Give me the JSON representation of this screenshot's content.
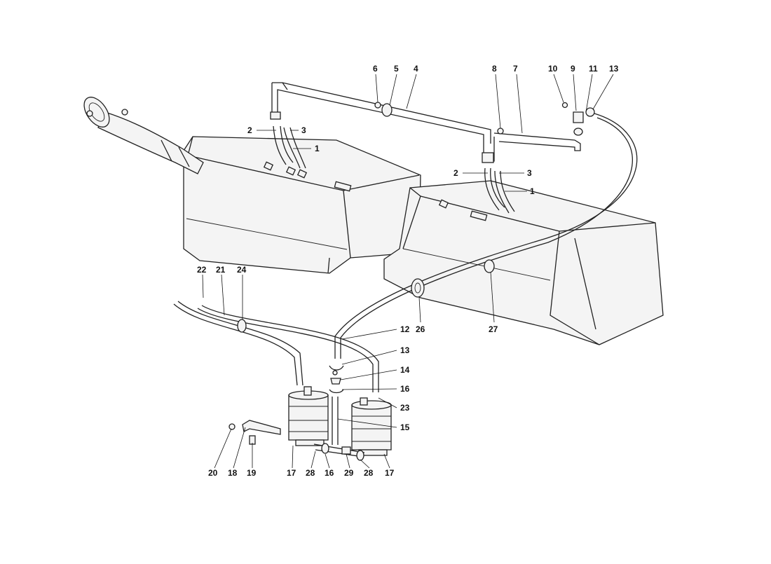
{
  "callouts": [
    {
      "id": "c1a",
      "text": "1"
    },
    {
      "id": "c2a",
      "text": "2"
    },
    {
      "id": "c3a",
      "text": "3"
    },
    {
      "id": "c4",
      "text": "4"
    },
    {
      "id": "c5",
      "text": "5"
    },
    {
      "id": "c6",
      "text": "6"
    },
    {
      "id": "c7",
      "text": "7"
    },
    {
      "id": "c8",
      "text": "8"
    },
    {
      "id": "c9",
      "text": "9"
    },
    {
      "id": "c10",
      "text": "10"
    },
    {
      "id": "c11",
      "text": "11"
    },
    {
      "id": "c13a",
      "text": "13"
    },
    {
      "id": "c1b",
      "text": "1"
    },
    {
      "id": "c2b",
      "text": "2"
    },
    {
      "id": "c3b",
      "text": "3"
    },
    {
      "id": "c22",
      "text": "22"
    },
    {
      "id": "c21",
      "text": "21"
    },
    {
      "id": "c24",
      "text": "24"
    },
    {
      "id": "c26",
      "text": "26"
    },
    {
      "id": "c27",
      "text": "27"
    },
    {
      "id": "c12",
      "text": "12"
    },
    {
      "id": "c13b",
      "text": "13"
    },
    {
      "id": "c14",
      "text": "14"
    },
    {
      "id": "c16a",
      "text": "16"
    },
    {
      "id": "c23",
      "text": "23"
    },
    {
      "id": "c15",
      "text": "15"
    },
    {
      "id": "c20",
      "text": "20"
    },
    {
      "id": "c18",
      "text": "18"
    },
    {
      "id": "c19",
      "text": "19"
    },
    {
      "id": "c17a",
      "text": "17"
    },
    {
      "id": "c28a",
      "text": "28"
    },
    {
      "id": "c16b",
      "text": "16"
    },
    {
      "id": "c29",
      "text": "29"
    },
    {
      "id": "c28b",
      "text": "28"
    },
    {
      "id": "c17b",
      "text": "17"
    }
  ]
}
